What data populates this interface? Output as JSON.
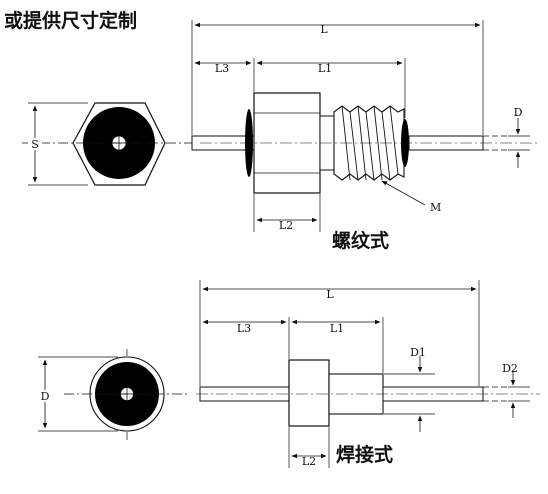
{
  "header": {
    "title": "或提供尺寸定制"
  },
  "threaded": {
    "caption": "螺纹式",
    "dims": {
      "L": "L",
      "L1": "L1",
      "L2": "L2",
      "L3": "L3",
      "D": "D",
      "S": "S",
      "M": "M"
    }
  },
  "welded": {
    "caption": "焊接式",
    "dims": {
      "L": "L",
      "L1": "L1",
      "L2": "L2",
      "L3": "L3",
      "D": "D",
      "D1": "D1",
      "D2": "D2"
    }
  },
  "colors": {
    "line": "#111111",
    "fill": "#000000",
    "background": "#ffffff"
  }
}
